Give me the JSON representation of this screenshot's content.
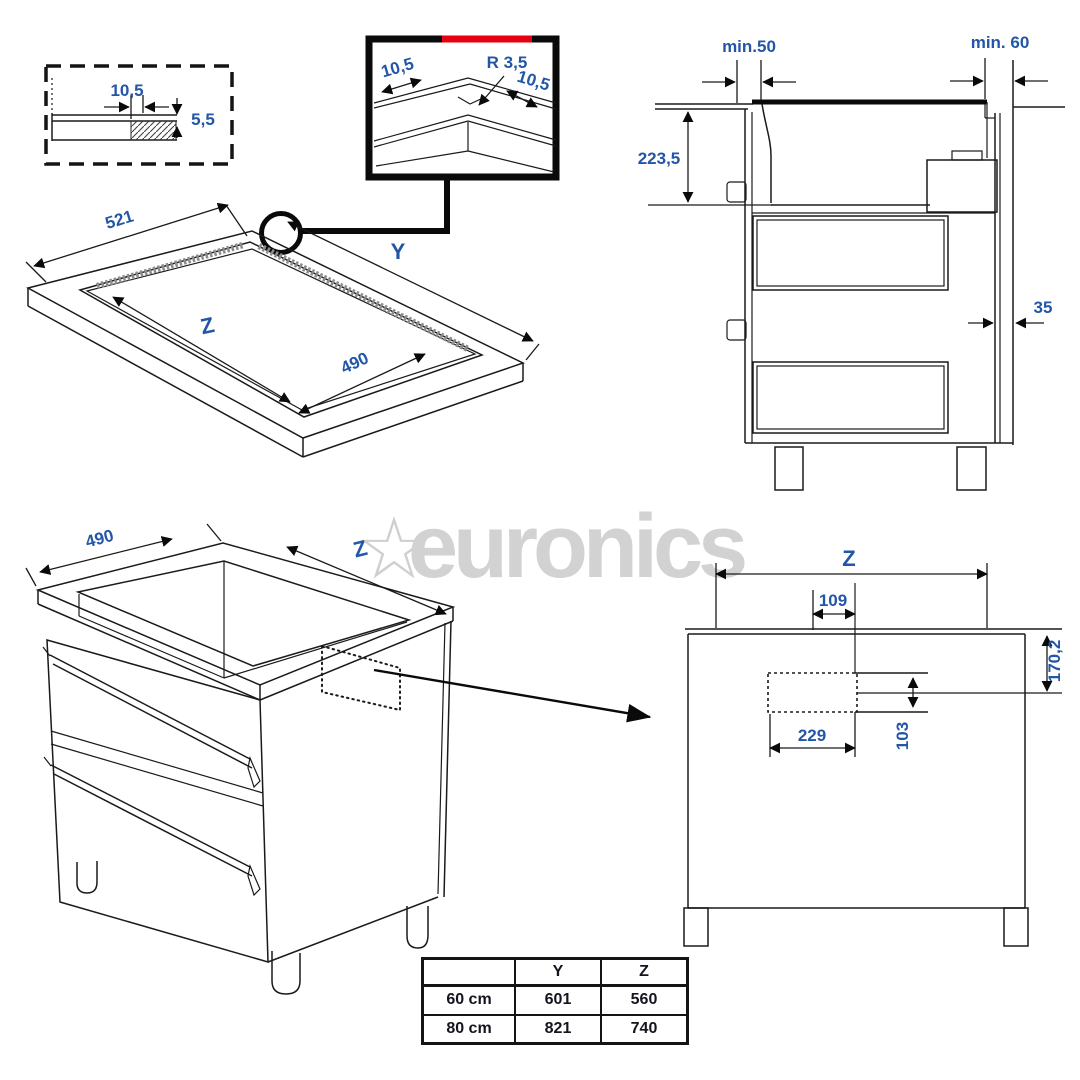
{
  "watermark": {
    "star": "☆",
    "text": "euronics"
  },
  "fig_cross_section": {
    "dim_width": "10,5",
    "dim_thickness": "5,5"
  },
  "fig_corner_detail": {
    "dim_left": "10,5",
    "dim_radius": "R 3,5",
    "dim_right": "10,5"
  },
  "fig_worktop": {
    "dim_width": "521",
    "dim_y": "Y",
    "dim_z": "Z",
    "dim_depth": "490"
  },
  "fig_side_view": {
    "dim_left_clearance": "min.50",
    "dim_right_clearance": "min. 60",
    "dim_height": "223,5",
    "dim_back_gap": "35"
  },
  "fig_cabinet": {
    "dim_depth": "490",
    "dim_width": "Z"
  },
  "fig_rear_view": {
    "dim_width": "Z",
    "dim_offset": "109",
    "dim_height": "170,2",
    "dim_box_width": "229",
    "dim_box_height": "103"
  },
  "size_table": {
    "headers": [
      "",
      "Y",
      "Z"
    ],
    "rows": [
      {
        "size": "60 cm",
        "y": "601",
        "z": "560"
      },
      {
        "size": "80 cm",
        "y": "821",
        "z": "740"
      }
    ]
  },
  "colors": {
    "dimension_text": "#2356a7",
    "line": "#1a1a1a",
    "accent_red": "#e60012",
    "watermark": "#d2d2d2",
    "table_text": "#14141e"
  }
}
